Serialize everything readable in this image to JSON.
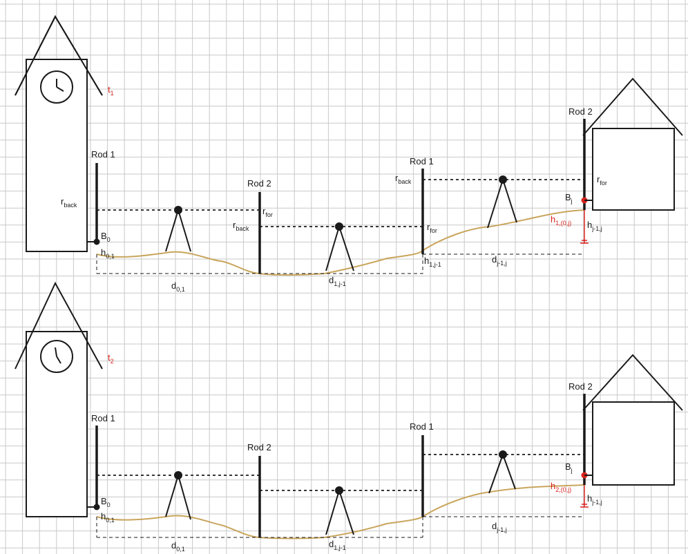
{
  "colors": {
    "grid": "#c8c8c8",
    "line": "#1a1a1a",
    "terrain": "#c9a55c",
    "highlight": "#d9231d"
  },
  "panel1": {
    "time": {
      "base": "t",
      "sub": "1"
    },
    "rod1_left": "Rod 1",
    "rod2_mid": "Rod 2",
    "rod1_right": "Rod 1",
    "rod2_end": "Rod 2",
    "r_back_1": {
      "base": "r",
      "sub": "back"
    },
    "r_for_1": {
      "base": "r",
      "sub": "for"
    },
    "r_back_2": {
      "base": "r",
      "sub": "back"
    },
    "r_for_2": {
      "base": "r",
      "sub": "for"
    },
    "r_back_3": {
      "base": "r",
      "sub": "back"
    },
    "r_for_3": {
      "base": "r",
      "sub": "for"
    },
    "b0": {
      "base": "B",
      "sub": "0"
    },
    "bj": {
      "base": "B",
      "sub": "j"
    },
    "h01": {
      "base": "h",
      "sub": "0,1"
    },
    "h1j1": {
      "base": "h",
      "sub": "1,j-1"
    },
    "hj1j": {
      "base": "h",
      "sub": "j-1,j"
    },
    "h_red": {
      "base": "h",
      "sub": "1,(0,j)"
    },
    "d01": {
      "base": "d",
      "sub": "0,1"
    },
    "d1j1": {
      "base": "d",
      "sub": "1,j-1"
    },
    "dj1j": {
      "base": "d",
      "sub": "j-1,j"
    }
  },
  "panel2": {
    "time": {
      "base": "t",
      "sub": "2"
    },
    "rod1_left": "Rod 1",
    "rod2_mid": "Rod 2",
    "rod1_right": "Rod 1",
    "rod2_end": "Rod 2",
    "b0": {
      "base": "B",
      "sub": "0"
    },
    "bj": {
      "base": "B",
      "sub": "j"
    },
    "h01": {
      "base": "h",
      "sub": "0,1"
    },
    "hj1j": {
      "base": "h",
      "sub": "j-1,j"
    },
    "h_red": {
      "base": "h",
      "sub": "2,(0,j)"
    },
    "d01": {
      "base": "d",
      "sub": "0,1"
    },
    "d1j1": {
      "base": "d",
      "sub": "1,j-1"
    },
    "dj1j": {
      "base": "d",
      "sub": "j-1,j"
    }
  }
}
